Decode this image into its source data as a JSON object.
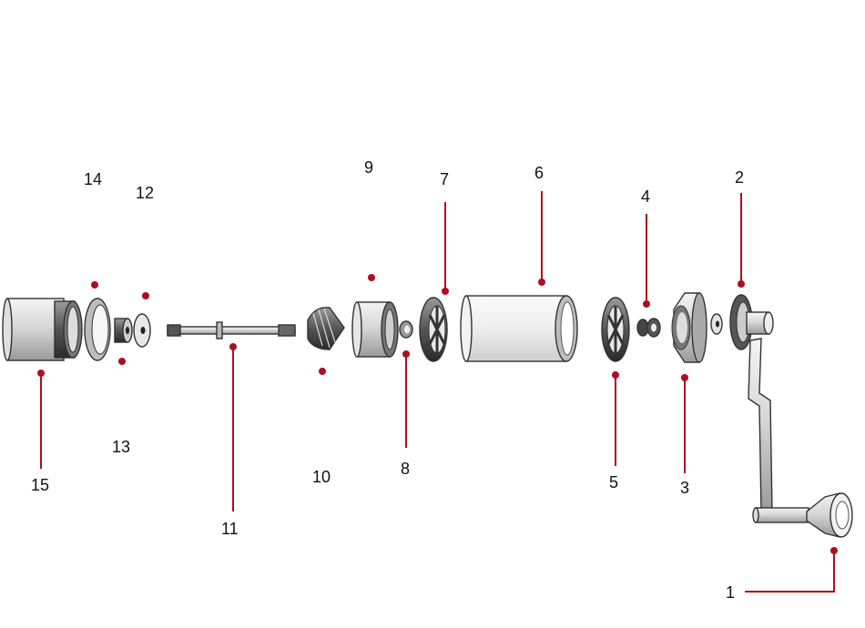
{
  "diagram": {
    "leader_color": "#b00e1e",
    "parts": [
      {
        "id": "p1",
        "label": "1"
      },
      {
        "id": "p2",
        "label": "2"
      },
      {
        "id": "p3",
        "label": "3"
      },
      {
        "id": "p4",
        "label": "4"
      },
      {
        "id": "p5",
        "label": "5"
      },
      {
        "id": "p6",
        "label": "6"
      },
      {
        "id": "p7",
        "label": "7"
      },
      {
        "id": "p8",
        "label": "8"
      },
      {
        "id": "p9",
        "label": "9"
      },
      {
        "id": "p10",
        "label": "10"
      },
      {
        "id": "p11",
        "label": "11"
      },
      {
        "id": "p12",
        "label": "12"
      },
      {
        "id": "p13",
        "label": "13"
      },
      {
        "id": "p14",
        "label": "14"
      },
      {
        "id": "p15",
        "label": "15"
      }
    ]
  }
}
